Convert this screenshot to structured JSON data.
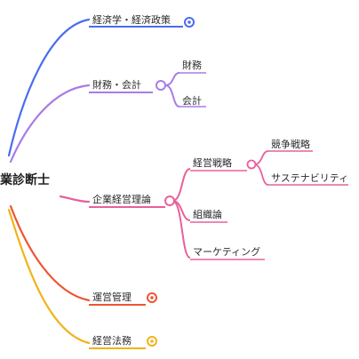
{
  "root": {
    "label": "業診断士"
  },
  "branches": [
    {
      "label": "経済学・経済政策",
      "color": "#4a6cf0"
    },
    {
      "label": "財務・会計",
      "color": "#a87ce6",
      "children": [
        {
          "label": "財務"
        },
        {
          "label": "会計"
        }
      ]
    },
    {
      "label": "企業経営理論",
      "color": "#e8609a",
      "children": [
        {
          "label": "経営戦略",
          "children": [
            {
              "label": "競争戦略"
            },
            {
              "label": "サステナビリティ"
            }
          ]
        },
        {
          "label": "組織論"
        },
        {
          "label": "マーケティング"
        }
      ]
    },
    {
      "label": "運営管理",
      "color": "#ee5533"
    },
    {
      "label": "経営法務",
      "color": "#f2b21a"
    }
  ],
  "icons": {
    "node_circle": "node-circle-icon"
  }
}
